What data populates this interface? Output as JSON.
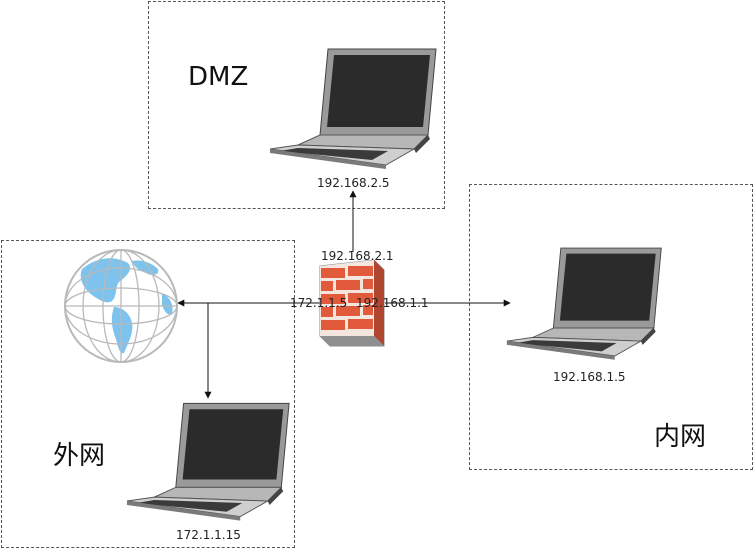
{
  "zones": {
    "dmz": {
      "label": "DMZ"
    },
    "external": {
      "label": "外网"
    },
    "internal": {
      "label": "内网"
    }
  },
  "devices": {
    "dmz_laptop": {
      "icon": "laptop-icon",
      "ip": "192.168.2.5"
    },
    "external_laptop": {
      "icon": "laptop-icon",
      "ip": "172.1.1.15"
    },
    "internal_laptop": {
      "icon": "laptop-icon",
      "ip": "192.168.1.5"
    },
    "internet": {
      "icon": "globe-icon"
    },
    "firewall": {
      "icon": "firewall-icon",
      "ip_dmz": "192.168.2.1",
      "ip_external": "172.1.1.5",
      "ip_internal": "192.168.1.1"
    }
  },
  "colors": {
    "brick": "#e25a3c",
    "mortar": "#f3e6df",
    "globe_land": "#7dc3ee",
    "globe_grid": "#b9b9b9",
    "laptop_body": "#8a8a8a",
    "laptop_screen": "#2b2b2b"
  }
}
